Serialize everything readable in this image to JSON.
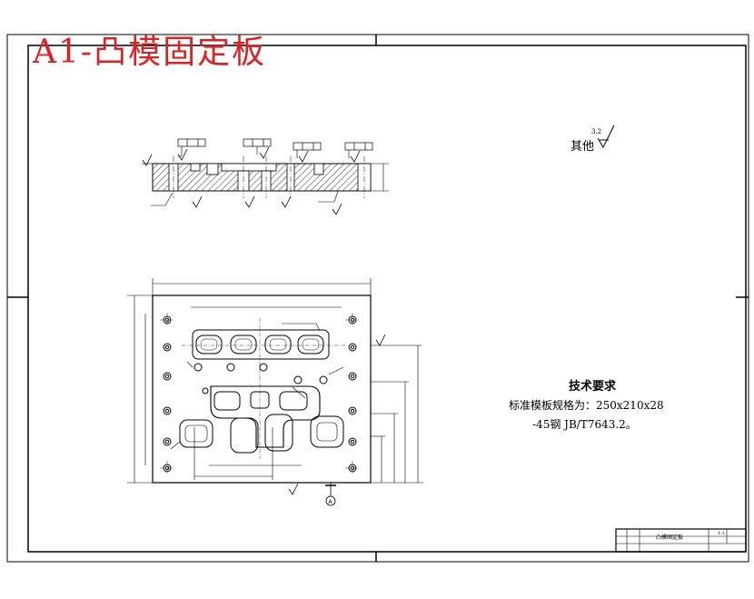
{
  "drawing_title": "A1-凸模固定板",
  "roughness": {
    "label": "其他",
    "value": "3.2"
  },
  "tech_requirements": {
    "title": "技术要求",
    "line1": "标准模板规格为：250x210x28",
    "line2": "-45钢  JB/T7643.2。"
  },
  "title_block": {
    "part_name": "凸模固定板",
    "scale": "1:1"
  },
  "datum_label": "A",
  "colors": {
    "title": "#e02020",
    "lines": "#000000",
    "hatch": "#000000"
  }
}
